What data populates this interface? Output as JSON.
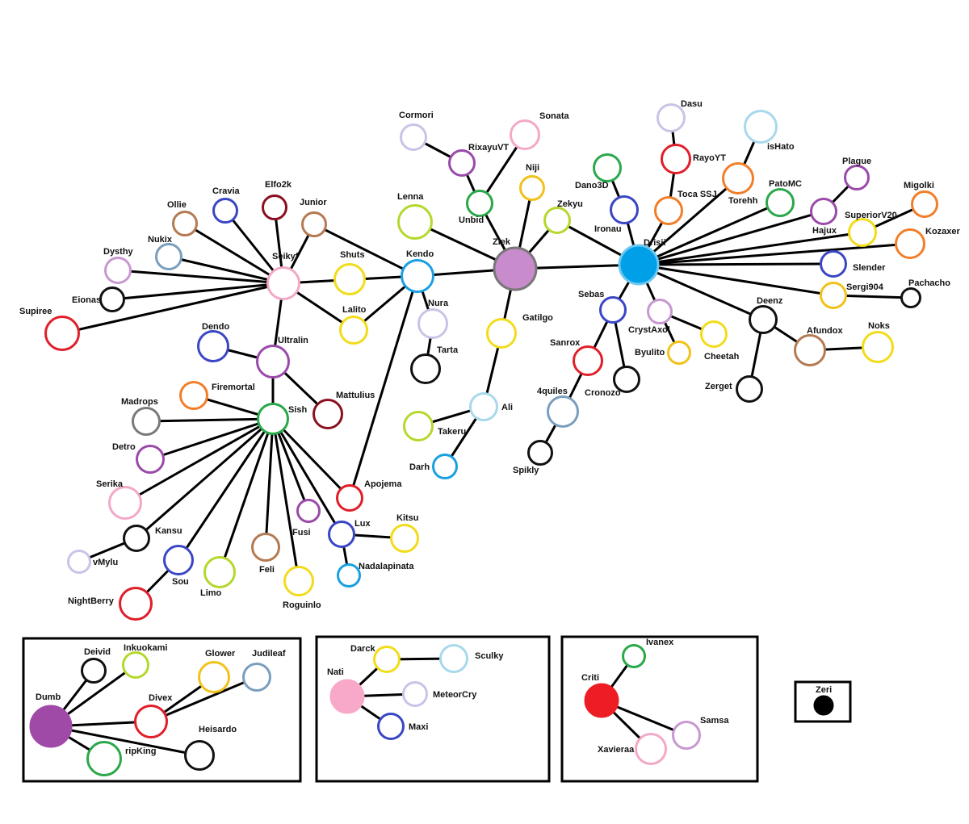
{
  "nodes": [
    {
      "id": "ziek",
      "label": "Ziek",
      "color": "#c88ccc",
      "filled": true
    },
    {
      "id": "drisii",
      "label": "Drisii",
      "color": "#00a0e8",
      "filled": true
    },
    {
      "id": "kendo",
      "label": "Kendo",
      "color": "#1aa0e0"
    },
    {
      "id": "seikyf",
      "label": "Seikyf",
      "color": "#f4a8c8"
    },
    {
      "id": "shuts",
      "label": "Shuts",
      "color": "#f2dc1a"
    },
    {
      "id": "lalito",
      "label": "Lalito",
      "color": "#f2dc1a"
    },
    {
      "id": "nura",
      "label": "Nura",
      "color": "#c8c4e8"
    },
    {
      "id": "tarta",
      "label": "Tarta",
      "color": "#111111"
    },
    {
      "id": "lenna",
      "label": "Lenna",
      "color": "#b4d82c"
    },
    {
      "id": "unbid",
      "label": "Unbid",
      "color": "#2aa84a"
    },
    {
      "id": "rixayuvt",
      "label": "RixayuVT",
      "color": "#9a4aa8"
    },
    {
      "id": "cormori",
      "label": "Cormori",
      "color": "#c8c4e8"
    },
    {
      "id": "sonata",
      "label": "Sonata",
      "color": "#f4a8c8"
    },
    {
      "id": "niji",
      "label": "Niji",
      "color": "#f2c21a"
    },
    {
      "id": "zekyu",
      "label": "Zekyu",
      "color": "#b4d82c"
    },
    {
      "id": "gatilgo",
      "label": "Gatilgo",
      "color": "#f2dc1a"
    },
    {
      "id": "ali",
      "label": "Ali",
      "color": "#a8d8ec"
    },
    {
      "id": "takeru",
      "label": "Takeru",
      "color": "#b4d82c"
    },
    {
      "id": "darh",
      "label": "Darh",
      "color": "#1aa0e0"
    },
    {
      "id": "ollie",
      "label": "Ollie",
      "color": "#b47a52"
    },
    {
      "id": "cravia",
      "label": "Cravia",
      "color": "#3a46c4"
    },
    {
      "id": "elfo2k",
      "label": "Elfo2k",
      "color": "#8a1020"
    },
    {
      "id": "junior",
      "label": "Junior",
      "color": "#b47a52"
    },
    {
      "id": "nukix",
      "label": "Nukix",
      "color": "#7a9ebe"
    },
    {
      "id": "dysthy",
      "label": "Dysthy",
      "color": "#c898d0"
    },
    {
      "id": "eionas",
      "label": "Eionas",
      "color": "#111111"
    },
    {
      "id": "supiree",
      "label": "Supiree",
      "color": "#e01e2a"
    },
    {
      "id": "ultralin",
      "label": "Ultralin",
      "color": "#9a4aa8"
    },
    {
      "id": "dendo",
      "label": "Dendo",
      "color": "#3a46c4"
    },
    {
      "id": "mattulius",
      "label": "Mattulius",
      "color": "#8a1020"
    },
    {
      "id": "sish",
      "label": "Sish",
      "color": "#2aa84a"
    },
    {
      "id": "firemortal",
      "label": "Firemortal",
      "color": "#f27e2a"
    },
    {
      "id": "madrops",
      "label": "Madrops",
      "color": "#7a7a7a"
    },
    {
      "id": "detro",
      "label": "Detro",
      "color": "#9a4aa8"
    },
    {
      "id": "serika",
      "label": "Serika",
      "color": "#f4a8c8"
    },
    {
      "id": "kansu",
      "label": "Kansu",
      "color": "#111111"
    },
    {
      "id": "vmylu",
      "label": "vMylu",
      "color": "#c8c4e8"
    },
    {
      "id": "sou",
      "label": "Sou",
      "color": "#3a46c4"
    },
    {
      "id": "nightberry",
      "label": "NightBerry",
      "color": "#e01e2a"
    },
    {
      "id": "limo",
      "label": "Limo",
      "color": "#b4d82c"
    },
    {
      "id": "feli",
      "label": "Feli",
      "color": "#b47a52"
    },
    {
      "id": "roguinlo",
      "label": "Roguinlo",
      "color": "#f2dc1a"
    },
    {
      "id": "fusi",
      "label": "Fusi",
      "color": "#9a4aa8"
    },
    {
      "id": "apojema",
      "label": "Apojema",
      "color": "#e01e2a"
    },
    {
      "id": "lux",
      "label": "Lux",
      "color": "#3a46c4"
    },
    {
      "id": "kitsu",
      "label": "Kitsu",
      "color": "#f2dc1a"
    },
    {
      "id": "nadalapinata",
      "label": "Nadalapinata",
      "color": "#1aa0e0"
    },
    {
      "id": "dasu",
      "label": "Dasu",
      "color": "#c8c4e8"
    },
    {
      "id": "rayoyt",
      "label": "RayoYT",
      "color": "#e01e2a"
    },
    {
      "id": "tocassj",
      "label": "Toca SSJ",
      "color": "#f27e2a"
    },
    {
      "id": "dano3d",
      "label": "Dano3D",
      "color": "#2aa84a"
    },
    {
      "id": "ironau",
      "label": "Ironau",
      "color": "#3a46c4"
    },
    {
      "id": "ishato",
      "label": "isHato",
      "color": "#a8d8ec"
    },
    {
      "id": "torehh",
      "label": "Torehh",
      "color": "#f27e2a"
    },
    {
      "id": "patomc",
      "label": "PatoMC",
      "color": "#2aa84a"
    },
    {
      "id": "plague",
      "label": "Plague",
      "color": "#9a4aa8"
    },
    {
      "id": "hajux",
      "label": "Hajux",
      "color": "#9a4aa8"
    },
    {
      "id": "superiorv20",
      "label": "SuperiorV20",
      "color": "#f2dc1a"
    },
    {
      "id": "migolki",
      "label": "Migolki",
      "color": "#f27e2a"
    },
    {
      "id": "kozaxer",
      "label": "Kozaxer",
      "color": "#f27e2a"
    },
    {
      "id": "slender",
      "label": "Slender",
      "color": "#3a46c4"
    },
    {
      "id": "sergi904",
      "label": "Sergi904",
      "color": "#f2c21a"
    },
    {
      "id": "pachacho",
      "label": "Pachacho",
      "color": "#111111"
    },
    {
      "id": "deenz",
      "label": "Deenz",
      "color": "#111111"
    },
    {
      "id": "afundox",
      "label": "Afundox",
      "color": "#b47a52"
    },
    {
      "id": "noks",
      "label": "Noks",
      "color": "#f2dc1a"
    },
    {
      "id": "zerget",
      "label": "Zerget",
      "color": "#111111"
    },
    {
      "id": "sebas",
      "label": "Sebas",
      "color": "#3a46c4"
    },
    {
      "id": "crystaxol",
      "label": "CrystAxol",
      "color": "#c898d0"
    },
    {
      "id": "cheetah",
      "label": "Cheetah",
      "color": "#f2dc1a"
    },
    {
      "id": "byulito",
      "label": "Byulito",
      "color": "#f2c21a"
    },
    {
      "id": "sanrox",
      "label": "Sanrox",
      "color": "#e01e2a"
    },
    {
      "id": "cronozo",
      "label": "Cronozo",
      "color": "#111111"
    },
    {
      "id": "4quiles",
      "label": "4quiles",
      "color": "#7a9ebe"
    },
    {
      "id": "spikly",
      "label": "Spikly",
      "color": "#111111"
    },
    {
      "id": "dumb",
      "label": "Dumb",
      "color": "#a04aa8",
      "filled": true
    },
    {
      "id": "deivid",
      "label": "Deivid",
      "color": "#111111"
    },
    {
      "id": "inkuokami",
      "label": "Inkuokami",
      "color": "#b4d82c"
    },
    {
      "id": "glower",
      "label": "Glower",
      "color": "#f2c21a"
    },
    {
      "id": "judileaf",
      "label": "Judileaf",
      "color": "#7a9ebe"
    },
    {
      "id": "divex",
      "label": "Divex",
      "color": "#e01e2a"
    },
    {
      "id": "heisardo",
      "label": "Heisardo",
      "color": "#111111"
    },
    {
      "id": "ripking",
      "label": "ripKing",
      "color": "#2aa84a"
    },
    {
      "id": "nati",
      "label": "Nati",
      "color": "#f8a8c8",
      "filled": true
    },
    {
      "id": "darck",
      "label": "Darck",
      "color": "#f2dc1a"
    },
    {
      "id": "sculky",
      "label": "Sculky",
      "color": "#a8d8ec"
    },
    {
      "id": "meteorcry",
      "label": "MeteorCry",
      "color": "#c8c4e8"
    },
    {
      "id": "maxi",
      "label": "Maxi",
      "color": "#3a46c4"
    },
    {
      "id": "criti",
      "label": "Criti",
      "color": "#ee1c24",
      "filled": true
    },
    {
      "id": "ivanex",
      "label": "Ivanex",
      "color": "#2aa84a"
    },
    {
      "id": "samsa",
      "label": "Samsa",
      "color": "#c898d0"
    },
    {
      "id": "xavieraa",
      "label": "Xavieraa",
      "color": "#f4a8c8"
    },
    {
      "id": "zeri",
      "label": "Zeri",
      "color": "#000000",
      "filled": true
    }
  ],
  "edges": [
    [
      "seikyf",
      "kendo"
    ],
    [
      "kendo",
      "ziek"
    ],
    [
      "ziek",
      "drisii"
    ],
    [
      "kendo",
      "lalito"
    ],
    [
      "kendo",
      "nura"
    ],
    [
      "nura",
      "tarta"
    ],
    [
      "kendo",
      "apojema"
    ],
    [
      "lenna",
      "ziek"
    ],
    [
      "unbid",
      "ziek"
    ],
    [
      "rixayuvt",
      "unbid"
    ],
    [
      "cormori",
      "rixayuvt"
    ],
    [
      "sonata",
      "unbid"
    ],
    [
      "niji",
      "ziek"
    ],
    [
      "zekyu",
      "ziek"
    ],
    [
      "zekyu",
      "drisii"
    ],
    [
      "ziek",
      "gatilgo"
    ],
    [
      "gatilgo",
      "ali"
    ],
    [
      "ali",
      "takeru"
    ],
    [
      "ali",
      "darh"
    ],
    [
      "ollie",
      "seikyf"
    ],
    [
      "cravia",
      "seikyf"
    ],
    [
      "elfo2k",
      "seikyf"
    ],
    [
      "junior",
      "seikyf"
    ],
    [
      "junior",
      "kendo"
    ],
    [
      "nukix",
      "seikyf"
    ],
    [
      "dysthy",
      "seikyf"
    ],
    [
      "eionas",
      "seikyf"
    ],
    [
      "supiree",
      "seikyf"
    ],
    [
      "seikyf",
      "lalito"
    ],
    [
      "seikyf",
      "ultralin"
    ],
    [
      "ultralin",
      "dendo"
    ],
    [
      "ultralin",
      "mattulius"
    ],
    [
      "ultralin",
      "sish"
    ],
    [
      "sish",
      "firemortal"
    ],
    [
      "sish",
      "madrops"
    ],
    [
      "sish",
      "detro"
    ],
    [
      "sish",
      "serika"
    ],
    [
      "sish",
      "kansu"
    ],
    [
      "kansu",
      "vmylu"
    ],
    [
      "sish",
      "sou"
    ],
    [
      "sou",
      "nightberry"
    ],
    [
      "sish",
      "limo"
    ],
    [
      "sish",
      "feli"
    ],
    [
      "sish",
      "roguinlo"
    ],
    [
      "sish",
      "fusi"
    ],
    [
      "sish",
      "apojema"
    ],
    [
      "sish",
      "lux"
    ],
    [
      "lux",
      "kitsu"
    ],
    [
      "lux",
      "nadalapinata"
    ],
    [
      "dasu",
      "rayoyt"
    ],
    [
      "rayoyt",
      "tocassj"
    ],
    [
      "tocassj",
      "drisii"
    ],
    [
      "dano3d",
      "ironau"
    ],
    [
      "ironau",
      "drisii"
    ],
    [
      "ishato",
      "torehh"
    ],
    [
      "torehh",
      "drisii"
    ],
    [
      "patomc",
      "drisii"
    ],
    [
      "plague",
      "hajux"
    ],
    [
      "hajux",
      "drisii"
    ],
    [
      "superiorv20",
      "drisii"
    ],
    [
      "superiorv20",
      "migolki"
    ],
    [
      "kozaxer",
      "drisii"
    ],
    [
      "slender",
      "drisii"
    ],
    [
      "sergi904",
      "drisii"
    ],
    [
      "sergi904",
      "pachacho"
    ],
    [
      "drisii",
      "deenz"
    ],
    [
      "deenz",
      "afundox"
    ],
    [
      "afundox",
      "noks"
    ],
    [
      "deenz",
      "zerget"
    ],
    [
      "drisii",
      "sebas"
    ],
    [
      "sebas",
      "sanrox"
    ],
    [
      "sebas",
      "cronozo"
    ],
    [
      "sanrox",
      "4quiles"
    ],
    [
      "4quiles",
      "spikly"
    ],
    [
      "drisii",
      "crystaxol"
    ],
    [
      "crystaxol",
      "cheetah"
    ],
    [
      "crystaxol",
      "byulito"
    ],
    [
      "dumb",
      "deivid"
    ],
    [
      "dumb",
      "inkuokami"
    ],
    [
      "dumb",
      "divex"
    ],
    [
      "divex",
      "glower"
    ],
    [
      "divex",
      "judileaf"
    ],
    [
      "dumb",
      "heisardo"
    ],
    [
      "dumb",
      "ripking"
    ],
    [
      "nati",
      "darck"
    ],
    [
      "darck",
      "sculky"
    ],
    [
      "nati",
      "meteorcry"
    ],
    [
      "nati",
      "maxi"
    ],
    [
      "criti",
      "ivanex"
    ],
    [
      "criti",
      "samsa"
    ],
    [
      "criti",
      "xavieraa"
    ]
  ]
}
